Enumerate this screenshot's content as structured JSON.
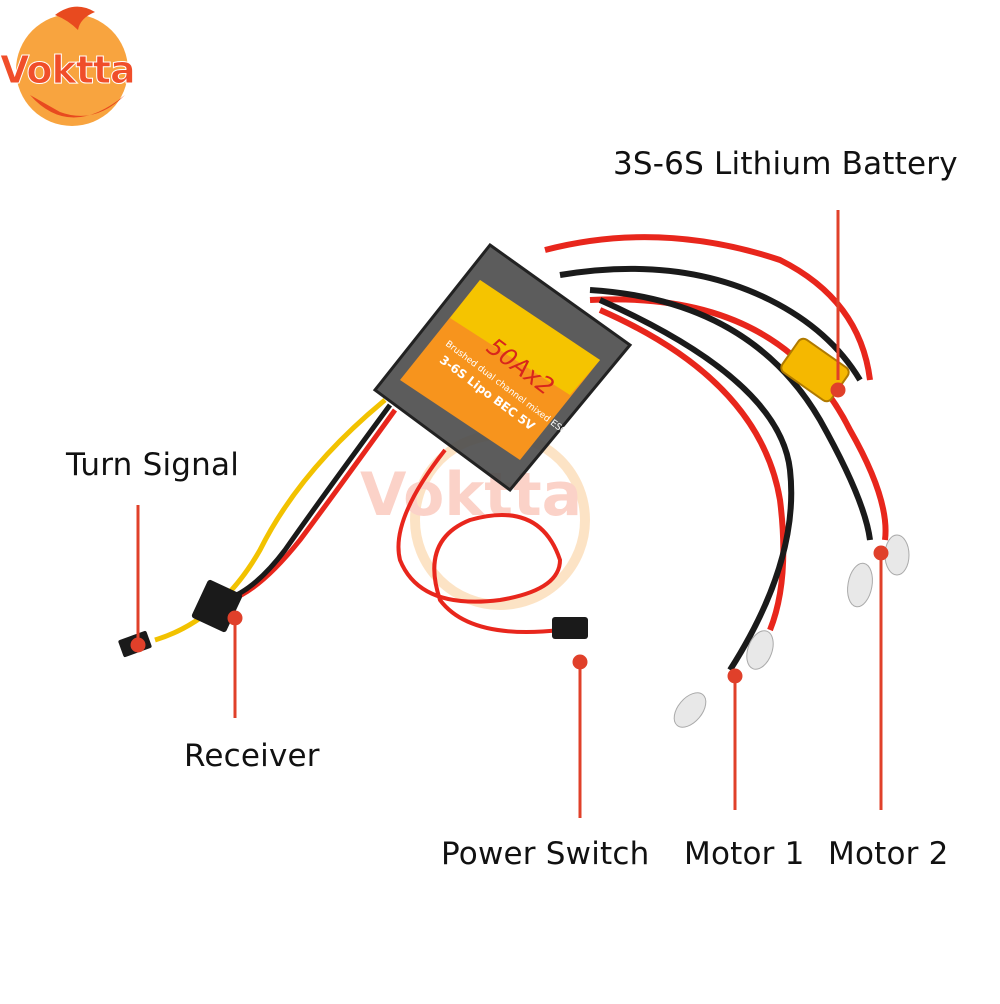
{
  "brand": {
    "logo_text": "Voktta",
    "watermark_text": "Voktta"
  },
  "product": {
    "model": "50Ax2",
    "subtitle": "Brushed dual channel mixed ESC",
    "spec": "3-6S Lipo  BEC 5V"
  },
  "labels": {
    "battery": "3S-6S Lithium Battery",
    "turn_signal": "Turn Signal",
    "receiver": "Receiver",
    "power_switch": "Power Switch",
    "motor1": "Motor 1",
    "motor2": "Motor 2"
  },
  "colors": {
    "leader_line": "#e0402a",
    "wire_red": "#e8261c",
    "wire_black": "#1a1a1a",
    "wire_yellow": "#f2c200",
    "label_orange": "#f7941d",
    "xt60_yellow": "#f5b800",
    "logo": "#f04e2a"
  }
}
